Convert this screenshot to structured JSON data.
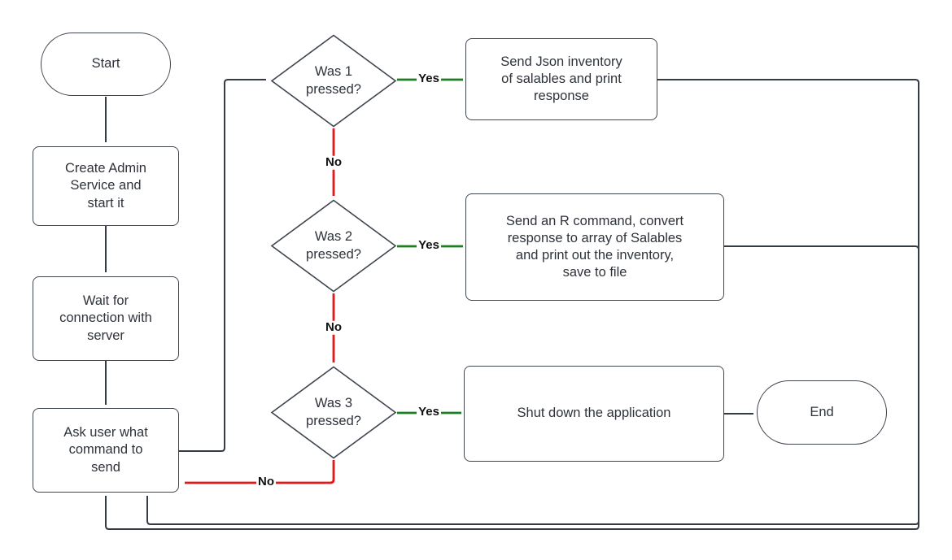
{
  "diagram": {
    "type": "flowchart",
    "nodes": {
      "start": {
        "label": "Start",
        "shape": "terminator"
      },
      "create_admin": {
        "label": "Create Admin\nService and\nstart it",
        "shape": "process"
      },
      "wait_conn": {
        "label": "Wait for\nconnection with\nserver",
        "shape": "process"
      },
      "ask_user": {
        "label": "Ask user what\ncommand to\nsend",
        "shape": "process"
      },
      "was1": {
        "label": "Was 1\npressed?",
        "shape": "decision"
      },
      "was2": {
        "label": "Was 2\npressed?",
        "shape": "decision"
      },
      "was3": {
        "label": "Was 3\npressed?",
        "shape": "decision"
      },
      "send_json": {
        "label": "Send Json inventory\nof salables and print\nresponse",
        "shape": "process"
      },
      "send_r": {
        "label": "Send an R command, convert\nresponse to array of Salables\nand print out the inventory,\nsave to file",
        "shape": "process"
      },
      "shutdown": {
        "label": "Shut down the application",
        "shape": "process"
      },
      "end": {
        "label": "End",
        "shape": "terminator"
      }
    },
    "edge_labels": {
      "yes1": "Yes",
      "yes2": "Yes",
      "yes3": "Yes",
      "no1": "No",
      "no2": "No",
      "no3": "No"
    },
    "colors": {
      "yes_edge": "#1d7d21",
      "no_edge": "#e61717",
      "flow_edge": "#353b45",
      "node_stroke": "#3f4650",
      "node_text": "#2e333b",
      "edge_label_text": "#111111",
      "background": "#ffffff"
    }
  }
}
